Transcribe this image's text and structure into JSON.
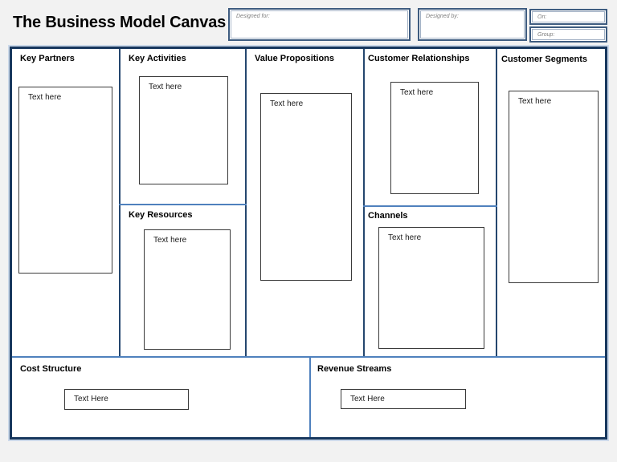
{
  "title": "The Business Model Canvas",
  "meta_fields": {
    "designed_for": "Designed for:",
    "designed_by": "Designed by:",
    "on": "On:",
    "group": "Group:"
  },
  "sections": {
    "key_partners": {
      "title": "Key Partners",
      "placeholder": "Text here"
    },
    "key_activities": {
      "title": "Key Activities",
      "placeholder": "Text here"
    },
    "key_resources": {
      "title": "Key Resources",
      "placeholder": "Text here"
    },
    "value_propositions": {
      "title": "Value Propositions",
      "placeholder": "Text here"
    },
    "customer_relationships": {
      "title": "Customer Relationships",
      "placeholder": "Text here"
    },
    "channels": {
      "title": "Channels",
      "placeholder": "Text here"
    },
    "customer_segments": {
      "title": "Customer Segments",
      "placeholder": "Text here"
    },
    "cost_structure": {
      "title": "Cost Structure",
      "placeholder": "Text Here"
    },
    "revenue_streams": {
      "title": "Revenue Streams",
      "placeholder": "Text Here"
    }
  },
  "colors": {
    "page_background": "#f2f2f2",
    "canvas_border": "#17375d",
    "main_divider": "#24466e",
    "sub_divider": "#4f81bd",
    "field_border": "#3e5c80",
    "textbox_border": "#3a3a3a"
  }
}
